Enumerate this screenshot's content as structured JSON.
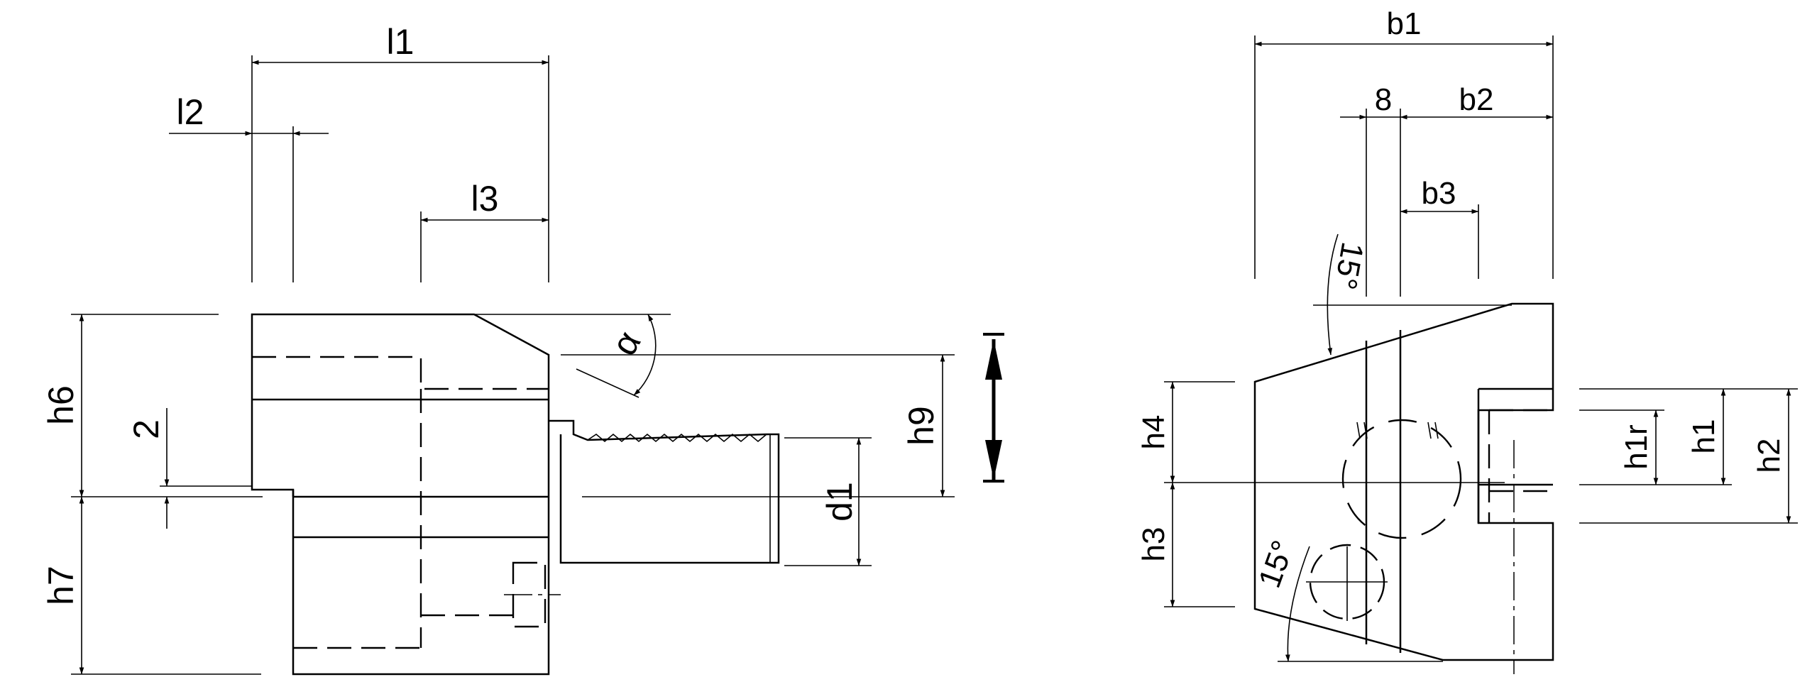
{
  "labels": {
    "l1": "l1",
    "l2": "l2",
    "l3": "l3",
    "h6": "h6",
    "h7": "h7",
    "two": "2",
    "alpha": "α",
    "h9": "h9",
    "d1": "d1",
    "b1": "b1",
    "eight": "8",
    "b2": "b2",
    "b3": "b3",
    "angle_top": "15°",
    "angle_bottom": "15°",
    "h4": "h4",
    "h3": "h3",
    "h1r": "h1r",
    "h1": "h1",
    "h2": "h2"
  }
}
